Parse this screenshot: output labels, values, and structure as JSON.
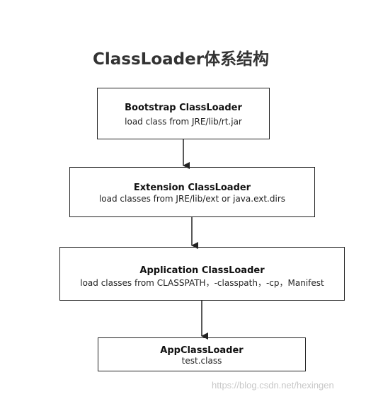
{
  "title": "ClassLoader体系结构",
  "nodes": [
    {
      "name": "Bootstrap ClassLoader",
      "desc": "load class from JRE/lib/rt.jar"
    },
    {
      "name": "Extension ClassLoader",
      "desc": "load classes from JRE/lib/ext or java.ext.dirs"
    },
    {
      "name": "Application ClassLoader",
      "desc": "load classes from CLASSPATH，-classpath，-cp，Manifest"
    },
    {
      "name": "AppClassLoader",
      "desc": "test.class"
    }
  ],
  "edges": [
    {
      "from": "Bootstrap ClassLoader",
      "to": "Extension ClassLoader"
    },
    {
      "from": "Extension ClassLoader",
      "to": "Application ClassLoader"
    },
    {
      "from": "Application ClassLoader",
      "to": "AppClassLoader"
    }
  ],
  "watermark": "https://blog.csdn.net/hexingen",
  "colors": {
    "stroke": "#222222",
    "text": "#111111",
    "watermark": "#c8c8c8"
  }
}
